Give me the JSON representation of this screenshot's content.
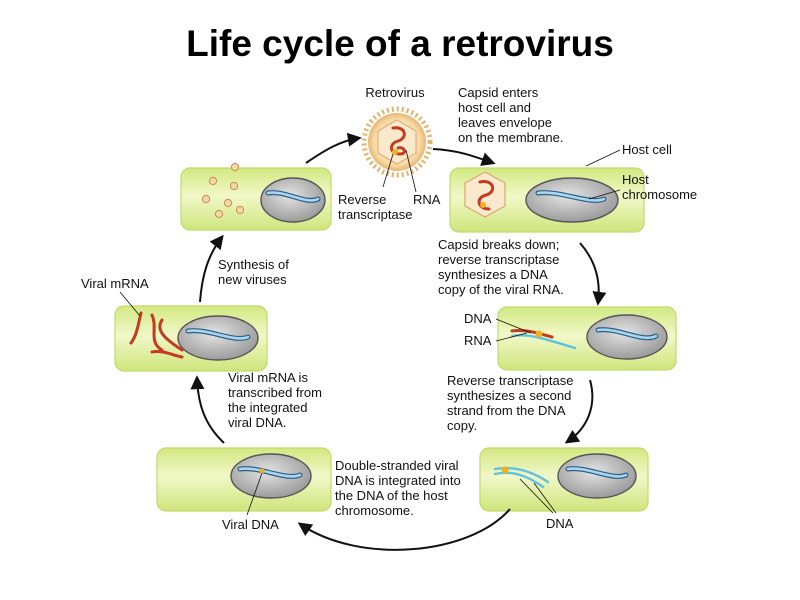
{
  "title": "Life cycle of a retrovirus",
  "labels": {
    "retrovirus": "Retrovirus",
    "reverse_transcriptase": [
      "Reverse",
      "transcriptase"
    ],
    "rna_virus": "RNA",
    "host_cell": "Host cell",
    "host_chromosome": [
      "Host",
      "chromosome"
    ],
    "dna_rna_stage": "DNA",
    "rna_rna_stage": "RNA",
    "dna_double_stage": "DNA",
    "viral_dna": "Viral DNA",
    "viral_mrna": "Viral mRNA"
  },
  "steps": {
    "capsid_enters": [
      "Capsid enters",
      "host cell and",
      "leaves envelope",
      "on the membrane."
    ],
    "capsid_breaks": [
      "Capsid breaks down;",
      "reverse transcriptase",
      "synthesizes a DNA",
      "copy of the viral RNA."
    ],
    "second_strand": [
      "Reverse transcriptase",
      "synthesizes a second",
      "strand from the DNA",
      "copy."
    ],
    "integrated": [
      "Double-stranded viral",
      "DNA is integrated into",
      "the DNA of the host",
      "chromosome."
    ],
    "transcribed": [
      "Viral mRNA is",
      "transcribed from",
      "the integrated",
      "viral DNA."
    ],
    "synthesis": [
      "Synthesis of",
      "new viruses"
    ]
  },
  "colors": {
    "cell_fill": "#e6f3a8",
    "cell_edge": "#c4d96a",
    "rna": "#c43b1f",
    "dna": "#5fc1e3",
    "reverse_transcriptase": "#f2b11c",
    "nucleus": "#9a9a9a"
  }
}
